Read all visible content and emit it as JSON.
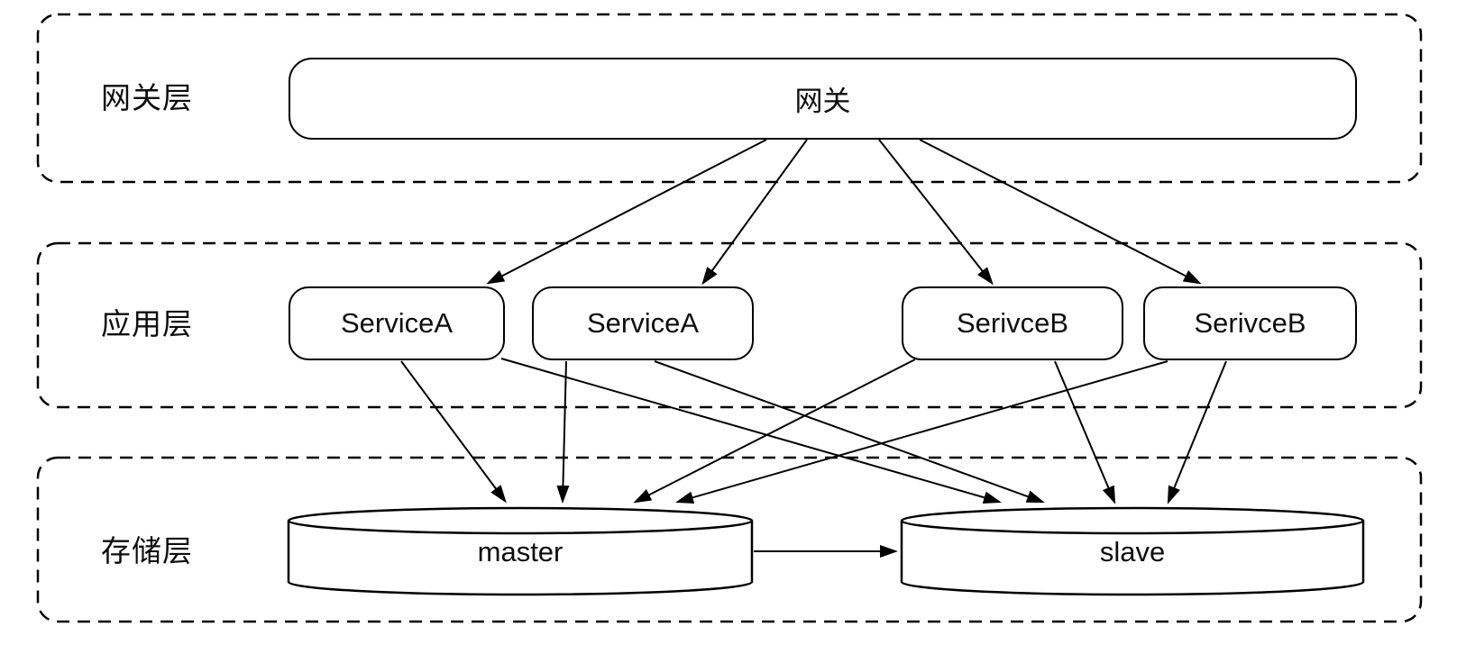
{
  "diagram": {
    "title": "",
    "colors": {
      "stroke": "#000000",
      "background": "#ffffff"
    },
    "layers": [
      {
        "id": "gateway-layer",
        "label": "网关层"
      },
      {
        "id": "application-layer",
        "label": "应用层"
      },
      {
        "id": "storage-layer",
        "label": "存储层"
      }
    ],
    "nodes": {
      "gateway": {
        "label": "网关",
        "shape": "rounded-rect",
        "layer": "gateway-layer"
      },
      "service_a_1": {
        "label": "ServiceA",
        "shape": "rounded-rect",
        "layer": "application-layer"
      },
      "service_a_2": {
        "label": "ServiceA",
        "shape": "rounded-rect",
        "layer": "application-layer"
      },
      "serivce_b_1": {
        "label": "SerivceB",
        "shape": "rounded-rect",
        "layer": "application-layer"
      },
      "serivce_b_2": {
        "label": "SerivceB",
        "shape": "rounded-rect",
        "layer": "application-layer"
      },
      "master": {
        "label": "master",
        "shape": "cylinder",
        "layer": "storage-layer"
      },
      "slave": {
        "label": "slave",
        "shape": "cylinder",
        "layer": "storage-layer"
      }
    },
    "edges": [
      {
        "from": "gateway",
        "to": "service_a_1"
      },
      {
        "from": "gateway",
        "to": "service_a_2"
      },
      {
        "from": "gateway",
        "to": "serivce_b_1"
      },
      {
        "from": "gateway",
        "to": "serivce_b_2"
      },
      {
        "from": "service_a_1",
        "to": "master"
      },
      {
        "from": "service_a_1",
        "to": "slave"
      },
      {
        "from": "service_a_2",
        "to": "master"
      },
      {
        "from": "service_a_2",
        "to": "slave"
      },
      {
        "from": "serivce_b_1",
        "to": "master"
      },
      {
        "from": "serivce_b_1",
        "to": "slave"
      },
      {
        "from": "serivce_b_2",
        "to": "master"
      },
      {
        "from": "serivce_b_2",
        "to": "slave"
      },
      {
        "from": "master",
        "to": "slave"
      }
    ]
  }
}
